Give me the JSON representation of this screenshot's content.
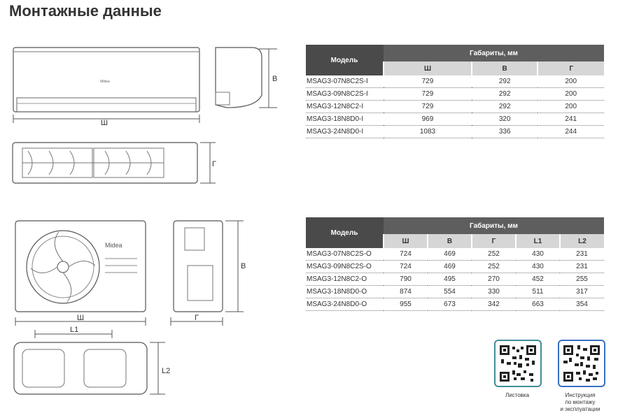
{
  "page": {
    "title": "Монтажные данные"
  },
  "indoor_dims": {
    "w": "Ш",
    "h": "В",
    "d": "Г"
  },
  "outdoor_dims": {
    "w": "Ш",
    "h": "В",
    "d": "Г",
    "l1": "L1",
    "l2": "L2"
  },
  "brand": "Midea",
  "indoor_table": {
    "model_header": "Модель",
    "dims_header": "Габариты, мм",
    "columns": [
      "Ш",
      "В",
      "Г"
    ],
    "rows": [
      [
        "MSAG3-07N8C2S-I",
        "729",
        "292",
        "200"
      ],
      [
        "MSAG3-09N8C2S-I",
        "729",
        "292",
        "200"
      ],
      [
        "MSAG3-12N8C2-I",
        "729",
        "292",
        "200"
      ],
      [
        "MSAG3-18N8D0-I",
        "969",
        "320",
        "241"
      ],
      [
        "MSAG3-24N8D0-I",
        "1083",
        "336",
        "244"
      ]
    ]
  },
  "outdoor_table": {
    "model_header": "Модель",
    "dims_header": "Габариты, мм",
    "columns": [
      "Ш",
      "В",
      "Г",
      "L1",
      "L2"
    ],
    "rows": [
      [
        "MSAG3-07N8C2S-O",
        "724",
        "469",
        "252",
        "430",
        "231"
      ],
      [
        "MSAG3-09N8C2S-O",
        "724",
        "469",
        "252",
        "430",
        "231"
      ],
      [
        "MSAG3-12N8C2-O",
        "790",
        "495",
        "270",
        "452",
        "255"
      ],
      [
        "MSAG3-18N8D0-O",
        "874",
        "554",
        "330",
        "511",
        "317"
      ],
      [
        "MSAG3-24N8D0-O",
        "955",
        "673",
        "342",
        "663",
        "354"
      ]
    ]
  },
  "qr_codes": [
    {
      "label": "Листовка"
    },
    {
      "label_lines": [
        "Инструкция",
        "по монтажу",
        "и эксплуатации"
      ]
    }
  ]
}
